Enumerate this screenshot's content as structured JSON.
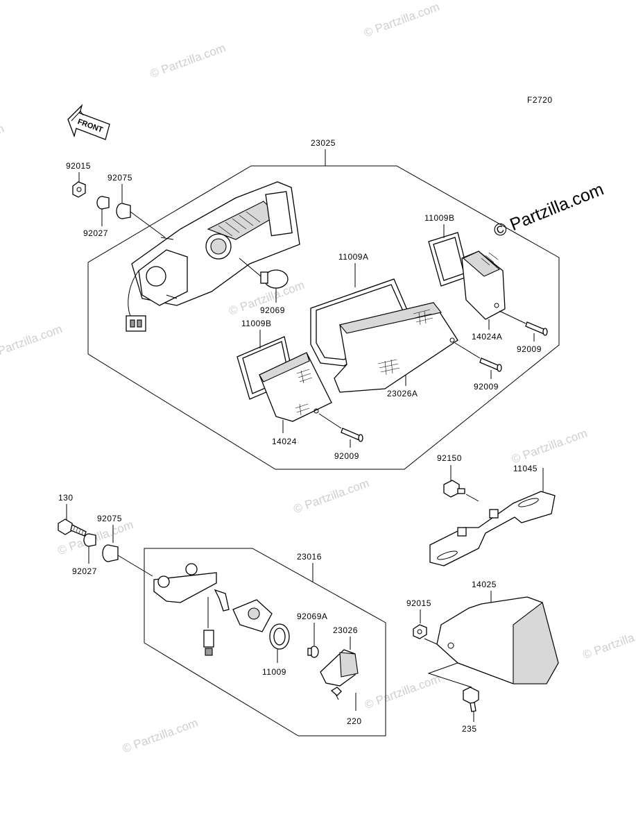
{
  "diagram_code": "F2720",
  "front_label": "FRONT",
  "watermark_text": "© Partzilla.com",
  "brand_text": "© Partzilla.com",
  "callouts": {
    "c23025": "23025",
    "c92015a": "92015",
    "c92075a": "92075",
    "c92027a": "92027",
    "c92069": "92069",
    "c11009b_top": "11009B",
    "c11009a": "11009A",
    "c11009b_left": "11009B",
    "c14024a": "14024A",
    "c92009a": "92009",
    "c23026a": "23026A",
    "c92009b": "92009",
    "c14024": "14024",
    "c92009c": "92009",
    "c92150": "92150",
    "c11045": "11045",
    "c130": "130",
    "c92075b": "92075",
    "c92027b": "92027",
    "c23016": "23016",
    "c92069a": "92069A",
    "c23026": "23026",
    "c11009": "11009",
    "c220": "220",
    "c14025": "14025",
    "c92015b": "92015",
    "c235": "235"
  }
}
